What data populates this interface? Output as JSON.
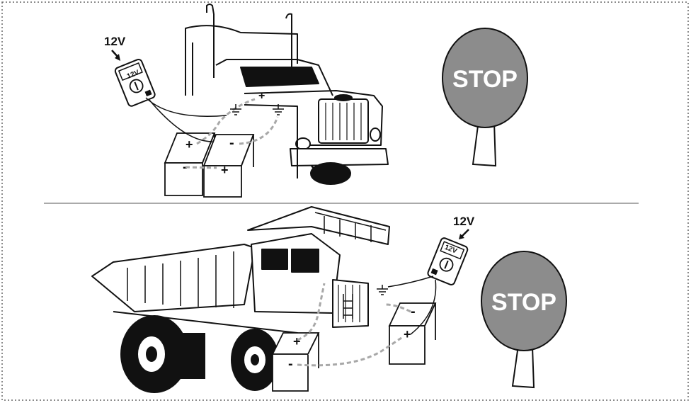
{
  "panels": [
    {
      "voltage_label": "12V",
      "meter_display": "12V",
      "stop_text": "STOP",
      "batteries": [
        {
          "top_terminal": "+",
          "bottom_terminal": "-"
        },
        {
          "top_terminal": "-",
          "bottom_terminal": "+"
        }
      ],
      "chassis_terminal": "+"
    },
    {
      "voltage_label": "12V",
      "meter_display": "12V",
      "stop_text": "STOP",
      "batteries": [
        {
          "top_terminal": "+",
          "bottom_terminal": "-"
        },
        {
          "top_terminal": "-",
          "bottom_terminal": "+"
        }
      ]
    }
  ],
  "colors": {
    "stop_sign": "#8c8c8c",
    "line": "#111111",
    "dashed_wire": "#a8a8a8",
    "border": "#666666"
  }
}
